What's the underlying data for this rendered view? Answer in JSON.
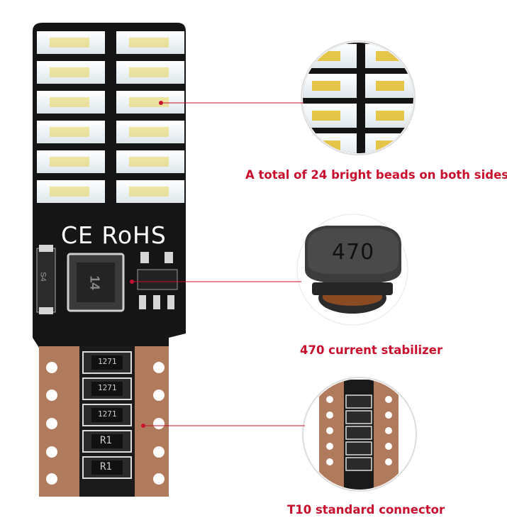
{
  "product": {
    "board_markings": {
      "certification": "CE RoHS",
      "diode_mark": "S4",
      "ic_mark": "14",
      "resistor_mark_a": "1271",
      "resistor_mark_b": "R1"
    },
    "led_rows_per_side": 6
  },
  "callouts": [
    {
      "id": "beads",
      "caption": "A total of 24 bright beads on both sides"
    },
    {
      "id": "stabilizer",
      "caption": "470 current stabilizer",
      "inductor_label": "470"
    },
    {
      "id": "connector",
      "caption": "T10 standard connector"
    }
  ],
  "colors": {
    "accent": "#c8102e",
    "pcb": "#141414",
    "copper": "#b07a5c",
    "led": "#f4f6f8"
  }
}
